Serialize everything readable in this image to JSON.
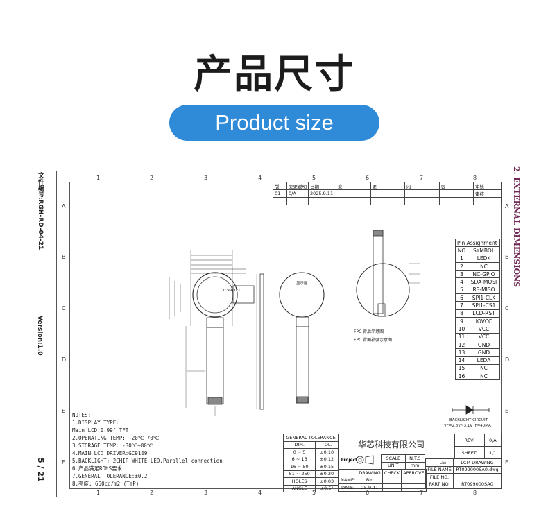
{
  "header": {
    "title": "产品尺寸",
    "subtitle": "Product size"
  },
  "side_left": {
    "doc_no": "文件编号:RGH-RD-04-21",
    "version": "Version:1.0",
    "page": "5 / 21"
  },
  "side_right": {
    "section": "2. EXTERNAL DIMENSIONS"
  },
  "grid": {
    "columns": [
      "1",
      "2",
      "3",
      "4",
      "5",
      "6",
      "7",
      "8"
    ],
    "rows": [
      "A",
      "B",
      "C",
      "D",
      "E",
      "F"
    ]
  },
  "revision": {
    "headers": [
      "版",
      "变更说明",
      "日期",
      "变",
      "更",
      "内",
      "容",
      "审核"
    ],
    "row": [
      "01",
      "0/A",
      "2025.9.11",
      "",
      "",
      "",
      "",
      "审核"
    ]
  },
  "drawing": {
    "dim_label": "0.99\"TFT",
    "front_label": "显示区",
    "fpc_label1": "FPC 背后示意图",
    "fpc_label2": "FPC 背面补强示意图",
    "backlight_label": "BACKLIGHT CIRCUIT",
    "backlight_spec": "VF=2.8V~3.1V IF=40MA"
  },
  "pins": {
    "title": "Pin Assignment",
    "headers": [
      "NO",
      "SYMBOL"
    ],
    "rows": [
      [
        "1",
        "LEDK"
      ],
      [
        "2",
        "NC"
      ],
      [
        "3",
        "NC-GPJO"
      ],
      [
        "4",
        "SDA-MOSI"
      ],
      [
        "5",
        "RS-MISO"
      ],
      [
        "6",
        "SPI1-CLK"
      ],
      [
        "7",
        "SPI1-CS1"
      ],
      [
        "8",
        "LCD-RST"
      ],
      [
        "9",
        "IOVCC"
      ],
      [
        "10",
        "VCC"
      ],
      [
        "11",
        "VCC"
      ],
      [
        "12",
        "GND"
      ],
      [
        "13",
        "GND"
      ],
      [
        "14",
        "LEDA"
      ],
      [
        "15",
        "NC"
      ],
      [
        "16",
        "NC"
      ]
    ]
  },
  "notes": {
    "lines": [
      "NOTES:",
      "1.DISPLAY TYPE:",
      "   Main LCD:0.99\" TFT",
      "2.OPERATING TEMP: -20℃~70℃",
      "3.STORAGE TEMP: -30℃~80℃",
      "4.MAIN LCD DRIVER:GC9109",
      "5.BACKLIGHT: 2CHIP-WHITE LED,Parallel connection",
      "6.产品满足ROHS要求",
      "7.GENERAL TOLERANCE:±0.2",
      "8.亮度: 650cd/m2 (TYP)"
    ]
  },
  "tolerance": {
    "title": "GENERAL TOLERANCE",
    "headers": [
      "DIM.",
      "TOL."
    ],
    "rows": [
      [
        "0 ~ 5",
        "±0.10"
      ],
      [
        "6 ~ 16",
        "±0.12"
      ],
      [
        "16 ~ 50",
        "±0.15"
      ],
      [
        "51 ~ 250",
        "±0.20"
      ],
      [
        "HOLES",
        "±0.03"
      ],
      [
        "ANGLE",
        "±0.5°"
      ]
    ]
  },
  "title_block": {
    "company": "华芯科技有限公司",
    "project": "Project",
    "scale_label": "SCALE",
    "scale_val": "N.T.S",
    "unit_label": "UNIT",
    "unit_val": "mm",
    "drawing": "DRAWING",
    "check": "CHECK",
    "approve": "APPROVE",
    "name_label": "NAME:",
    "name_val": "Bin",
    "date_label": "DATE:",
    "date_val": "25.9.11",
    "rev_label": "REV:",
    "rev_val": "0/A",
    "sheet_label": "SHEET:",
    "sheet_val": "1/1",
    "title_label": "TITLE:",
    "title_val": "LCM DRAWING",
    "file_name_label": "FILE NAME",
    "file_name_val": "RT099000SA0.dwg",
    "file_no_label": "FILE NO.",
    "file_no_val": "",
    "part_no_label": "PART NO.",
    "part_no_val": "RT099000SA0"
  }
}
